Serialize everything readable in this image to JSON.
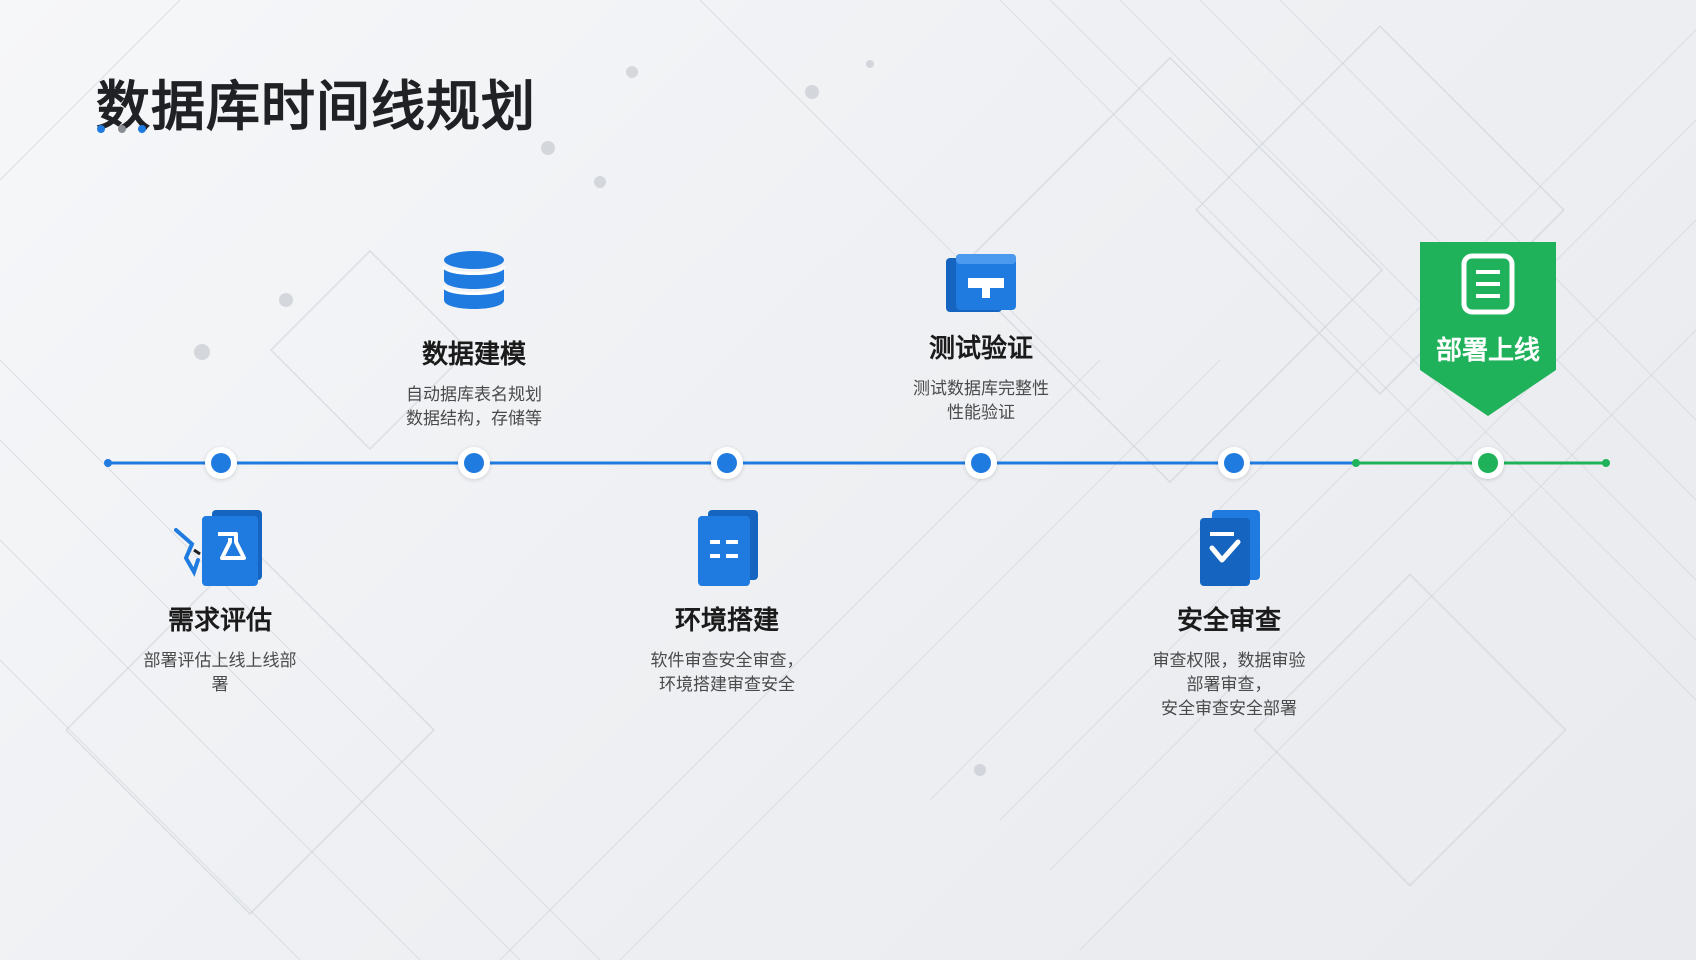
{
  "title": "数据库时间线规划",
  "accent_blue": "#1f7be0",
  "accent_green": "#1fb25a",
  "steps_top": [
    {
      "label": "数据建模",
      "desc": "自动据库表名规划\n数据结构，存储等",
      "icon": "database-icon"
    },
    {
      "label": "测试验证",
      "desc": "测试数据库完整性\n性能验证",
      "icon": "browser-window-icon"
    }
  ],
  "steps_bottom": [
    {
      "label": "需求评估",
      "desc": "部署评估上线上线部\n署",
      "icon": "analysis-document-icon"
    },
    {
      "label": "环境搭建",
      "desc": "软件审查安全审查，\n环境搭建审查安全",
      "icon": "document-stack-icon"
    },
    {
      "label": "安全审查",
      "desc": "审查权限，数据审验\n部署审查，\n安全审查安全部署",
      "icon": "checklist-document-icon"
    }
  ],
  "final_step": {
    "label": "部署上线",
    "icon": "deploy-checklist-icon"
  }
}
